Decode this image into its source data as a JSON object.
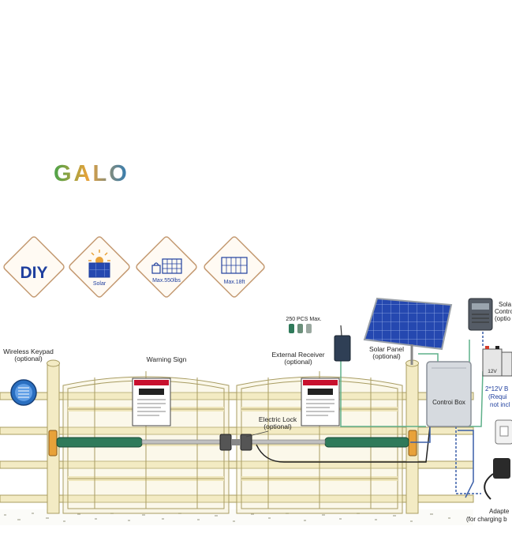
{
  "brand": {
    "logo_text": "GALO"
  },
  "badges": [
    {
      "id": "diy",
      "label": "DIY"
    },
    {
      "id": "solar",
      "label": "Solar"
    },
    {
      "id": "max-weight",
      "label": "Max.550lbs"
    },
    {
      "id": "max-length",
      "label": "Max.18ft"
    }
  ],
  "labels": {
    "wireless_keypad": "Wireless Keypad",
    "wireless_keypad_sub": "(optional)",
    "warning_sign": "Warning Sign",
    "remotes_max": "250 PCS Max.",
    "external_receiver": "External Receiver",
    "external_receiver_sub": "(optional)",
    "solar_panel": "Solar Panel",
    "solar_panel_sub": "(optional)",
    "solar_controller": "Sola",
    "solar_controller_2": "Contro",
    "solar_controller_3": "(optio",
    "control_box": "Controi Box",
    "electric_lock": "Electric Lock",
    "electric_lock_sub": "(optional)",
    "battery_voltage": "12V",
    "batteries": "2*12V B",
    "batteries_sub": "(Requi",
    "batteries_sub2": "not incl",
    "adapter": "Adapte",
    "adapter_sub": "(for charging b"
  },
  "colors": {
    "gate_fill": "#f3ebc4",
    "gate_stroke": "#a89c62",
    "actuator": "#2f7a5a",
    "wire_green": "#5fb08a",
    "wire_black": "#222222",
    "wire_blue": "#3a5fa8",
    "panel_blue": "#1f3f9e",
    "warning_red": "#c8102e",
    "battery_red": "#d23a2a",
    "badge_border": "#c49a72",
    "badge_text": "#1f3f9e",
    "logo_green": "#4aa34a",
    "logo_orange": "#e8a23a",
    "logo_blue": "#2a7ab8"
  }
}
